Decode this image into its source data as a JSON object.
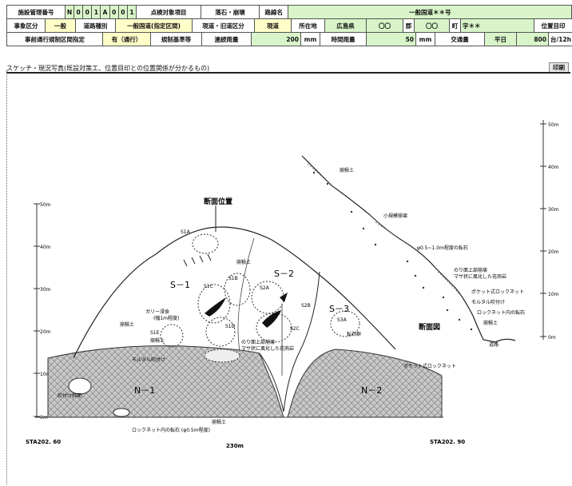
{
  "header": {
    "r1": [
      "施設管理番号",
      "N",
      "0",
      "0",
      "1",
      "A",
      "0",
      "0",
      "1",
      "点検対象項目",
      "落石・崩壊",
      "路線名",
      "一般国道＊＊号"
    ],
    "r2": [
      "事象区分",
      "一般",
      "道路種別",
      "一般国道(指定区間)",
      "現道・旧道区分",
      "現道",
      "所在地",
      "広島県",
      "〇〇",
      "郡",
      "〇〇",
      "町",
      "字＊＊",
      "位置目印"
    ],
    "r3": [
      "事前通行規制区間指定",
      "有（通行）",
      "規制基準等",
      "連続雨量",
      "200",
      "mm",
      "時間雨量",
      "50",
      "mm",
      "交通量",
      "平日",
      "800",
      "台/12h"
    ]
  },
  "sketch": {
    "caption": "スケッチ・現況写真(既設対策工、位置目印との位置関係が分かるもの)",
    "print_button": "印刷",
    "section_position": "断面位置",
    "section_diagram": "断面図",
    "labels": {
      "s1": "S－1",
      "s2": "S－2",
      "s3": "S－3",
      "n1": "N－1",
      "n2": "N－2",
      "s1a": "S1A",
      "s1b": "S1B",
      "s1c": "S1C",
      "s1d": "S1D",
      "s1e": "S1E",
      "s2a": "S2A",
      "s2b": "S2B",
      "s2c": "S2C",
      "s3a": "S3A",
      "gully": "ガリー浸食",
      "gully_sub": "(幅1m程度)",
      "mortar": "モルタル吹付け",
      "collapse": "崩積土",
      "gully_soil": "崩積土",
      "pocket": "ポケット式ロックネット",
      "rocknet_fall": "ロックネット内の転石 (φ0.5m程度)",
      "sprayed_slope": "吹付け斜面",
      "pile_soil": "崩積土",
      "norishizen": "のり面上部崩壊",
      "norishizen_sub": "マサ状に風化した花崗岩",
      "collapse_right": "崩積土",
      "rock_right": "転石群",
      "sta_left": "STA202. 60",
      "sta_right": "STA202. 90",
      "width": "230m",
      "prof_collapse": "崩積土",
      "prof_small": "小規模崩壊",
      "prof_stone": "φ0.5~1.0m程度の転石",
      "prof_upper": "のり面上部崩壊",
      "prof_masa": "マサ状に風化した花崗岩",
      "prof_pocket": "ポケット式ロックネット",
      "prof_mortar": "モルタル吹付け",
      "prof_rockin": "ロックネット内の転石",
      "prof_soil": "崩積土",
      "prof_road": "道路"
    },
    "left_scale": [
      "50m",
      "40m",
      "30m",
      "20m",
      "10m",
      "0m"
    ],
    "right_scale": [
      "50m",
      "40m",
      "30m",
      "20m",
      "10m",
      "0m"
    ]
  }
}
